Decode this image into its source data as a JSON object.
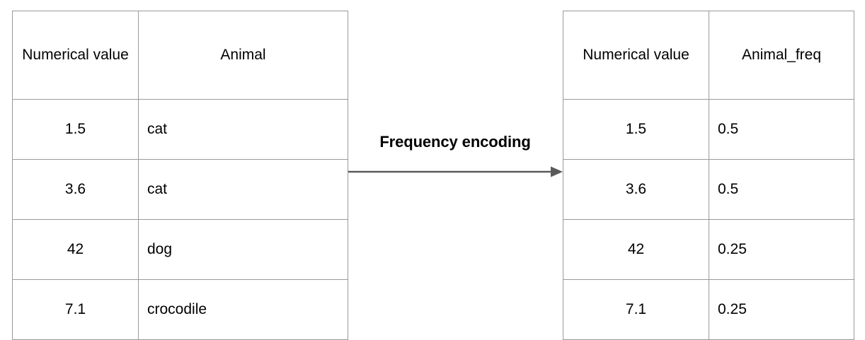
{
  "diagram": {
    "title_label": "Frequency encoding",
    "arrow_icon": "arrow-right-icon",
    "colors": {
      "border": "#9a9a9a",
      "text": "#000000",
      "arrow": "#5a5a5a",
      "background": "#ffffff"
    }
  },
  "input_table": {
    "name": "input-table",
    "headers": [
      "Numerical value",
      "Animal"
    ],
    "rows": [
      {
        "numerical_value": "1.5",
        "animal": "cat"
      },
      {
        "numerical_value": "3.6",
        "animal": "cat"
      },
      {
        "numerical_value": "42",
        "animal": "dog"
      },
      {
        "numerical_value": "7.1",
        "animal": "crocodile"
      }
    ]
  },
  "output_table": {
    "name": "output-table",
    "headers": [
      "Numerical value",
      "Animal_freq"
    ],
    "rows": [
      {
        "numerical_value": "1.5",
        "animal_freq": "0.5"
      },
      {
        "numerical_value": "3.6",
        "animal_freq": "0.5"
      },
      {
        "numerical_value": "42",
        "animal_freq": "0.25"
      },
      {
        "numerical_value": "7.1",
        "animal_freq": "0.25"
      }
    ]
  }
}
